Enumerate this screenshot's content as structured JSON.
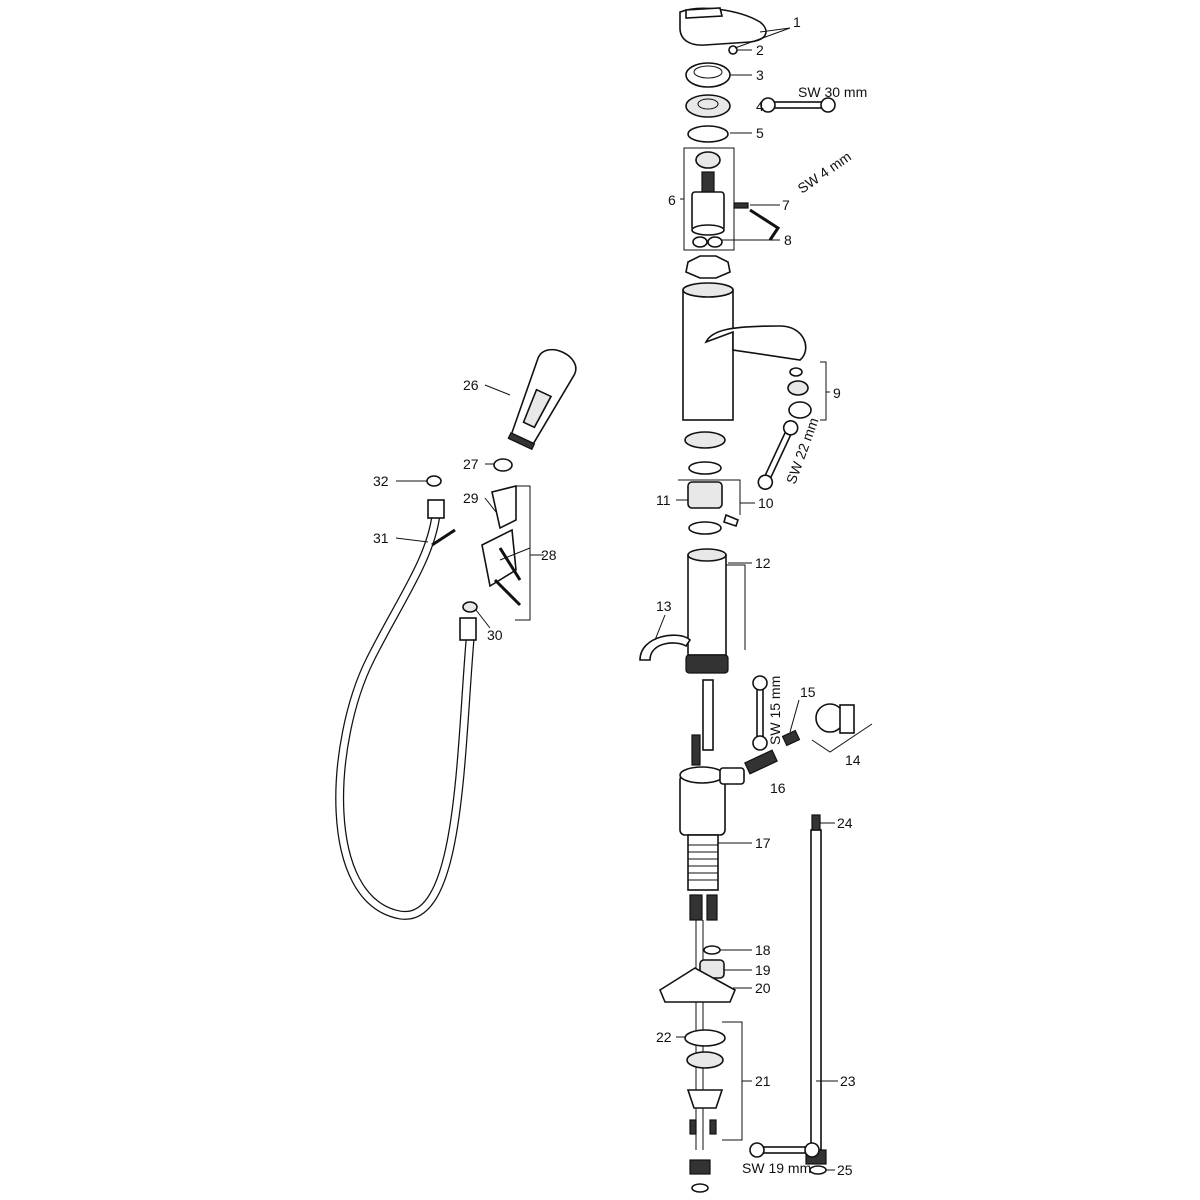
{
  "diagram": {
    "title": "Exploded view spare parts",
    "part_numbers": [
      "1",
      "2",
      "3",
      "4",
      "5",
      "6",
      "7",
      "8",
      "9",
      "10",
      "11",
      "12",
      "13",
      "14",
      "15",
      "16",
      "17",
      "18",
      "19",
      "20",
      "21",
      "22",
      "23",
      "24",
      "25",
      "26",
      "27",
      "28",
      "29",
      "30",
      "31",
      "32"
    ],
    "tools": {
      "sw30": "SW 30 mm",
      "sw4": "SW 4 mm",
      "sw22": "SW 22 mm",
      "sw15": "SW 15 mm",
      "sw19": "SW 19 mm"
    }
  }
}
